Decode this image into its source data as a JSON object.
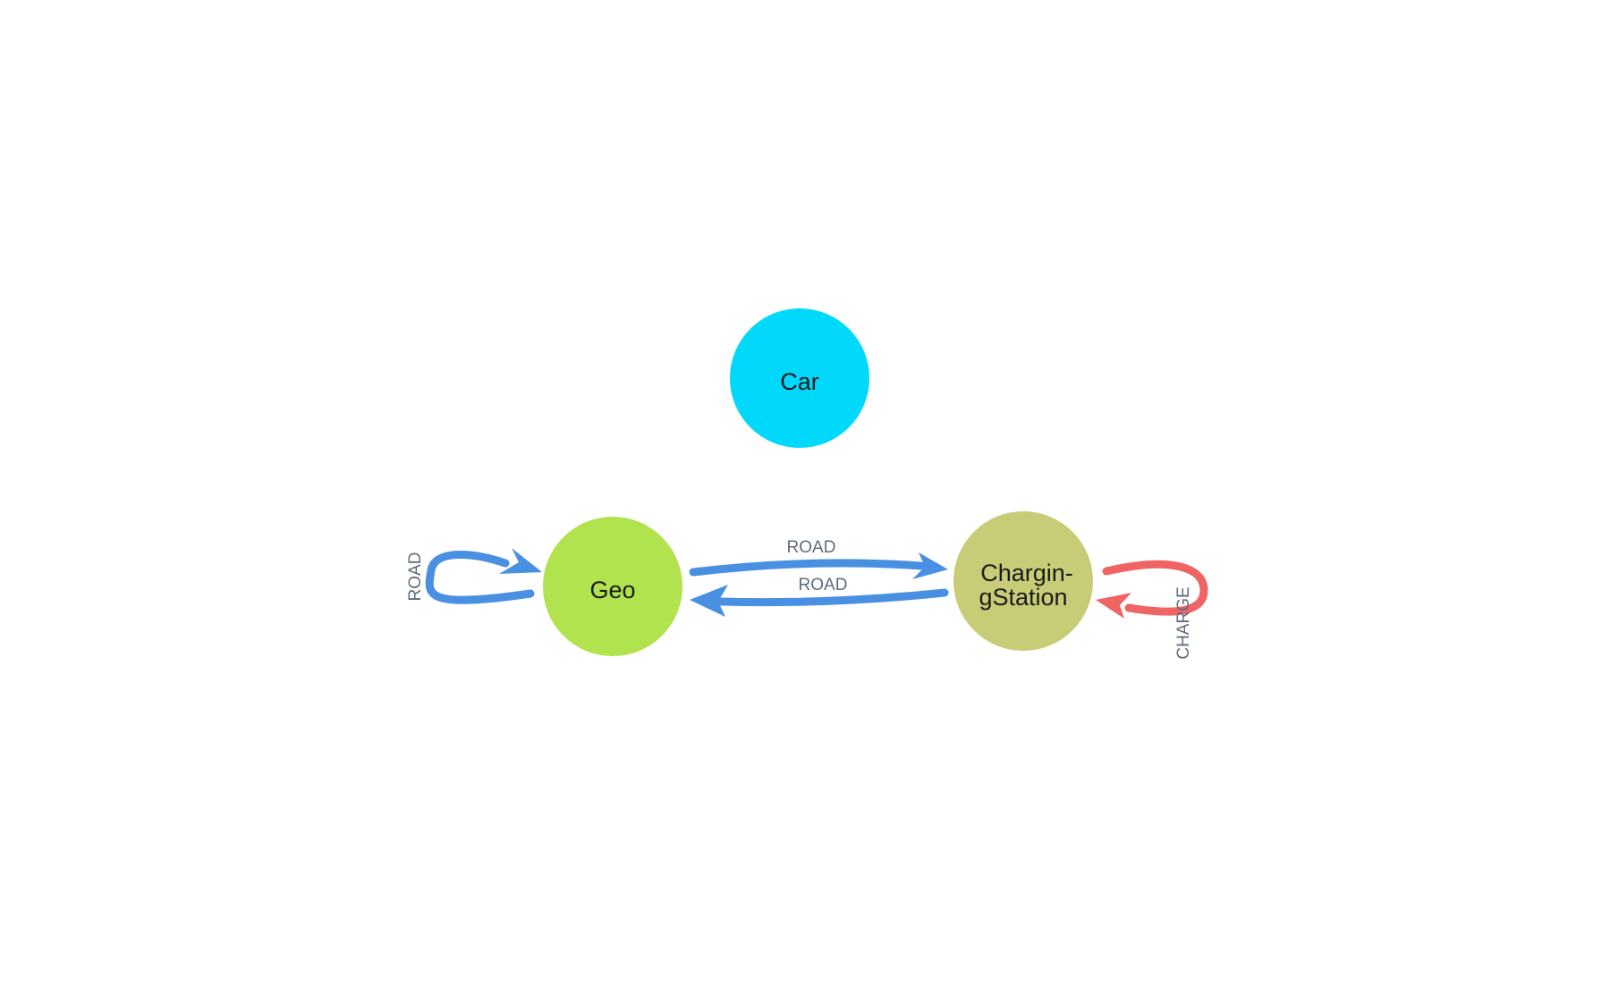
{
  "graph": {
    "nodes": [
      {
        "id": "car",
        "label_lines": [
          "Car"
        ],
        "color": "#00d8fc"
      },
      {
        "id": "geo",
        "label_lines": [
          "Geo"
        ],
        "color": "#b1e34f"
      },
      {
        "id": "chargingstation",
        "label_lines": [
          "Chargin-",
          "gStation"
        ],
        "color": "#c8cc77"
      }
    ],
    "edges": [
      {
        "id": "geo-road-self",
        "from": "geo",
        "to": "geo",
        "label": "ROAD",
        "color": "#4a90e2"
      },
      {
        "id": "geo-road-chargingstation",
        "from": "geo",
        "to": "chargingstation",
        "label": "ROAD",
        "color": "#4a90e2"
      },
      {
        "id": "chargingstation-road-geo",
        "from": "chargingstation",
        "to": "geo",
        "label": "ROAD",
        "color": "#4a90e2"
      },
      {
        "id": "chargingstation-charge-self",
        "from": "chargingstation",
        "to": "chargingstation",
        "label": "CHARGE",
        "color": "#f06464"
      }
    ]
  }
}
